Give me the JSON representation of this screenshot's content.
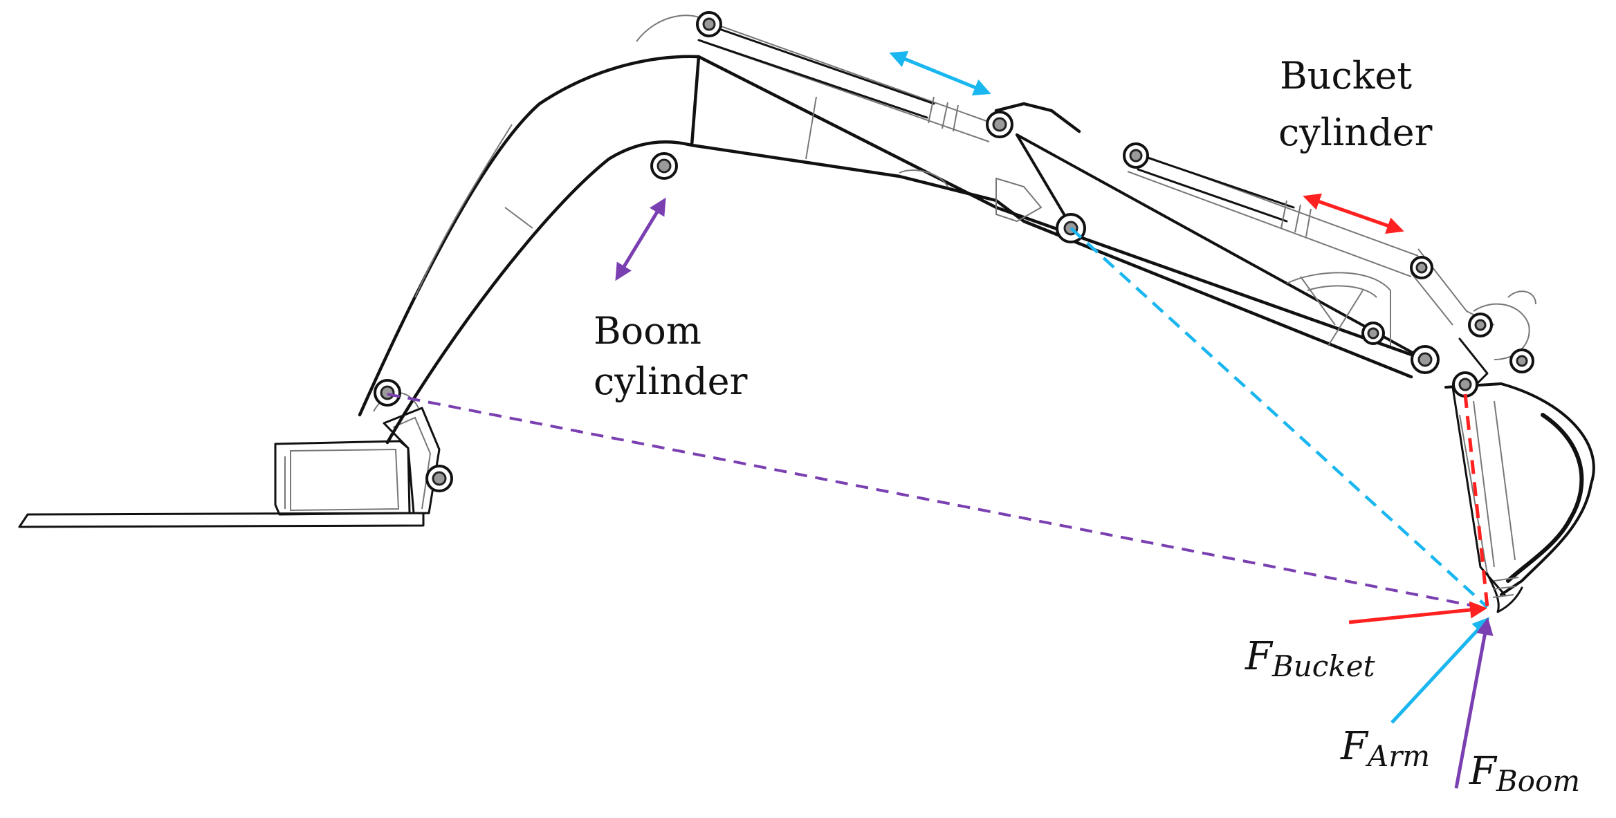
{
  "labels": {
    "bucket_cylinder_line1": "Bucket",
    "bucket_cylinder_line2": "cylinder",
    "boom_cylinder_line1": "Boom",
    "boom_cylinder_line2": "cylinder"
  },
  "forces": {
    "bucket": {
      "symbol": "F",
      "subscript": "Bucket"
    },
    "arm": {
      "symbol": "F",
      "subscript": "Arm"
    },
    "boom": {
      "symbol": "F",
      "subscript": "Boom"
    }
  },
  "colors": {
    "bucket": "#ff2020",
    "arm": "#1ab6ef",
    "boom": "#7a3fb0",
    "structure": "#111111"
  }
}
